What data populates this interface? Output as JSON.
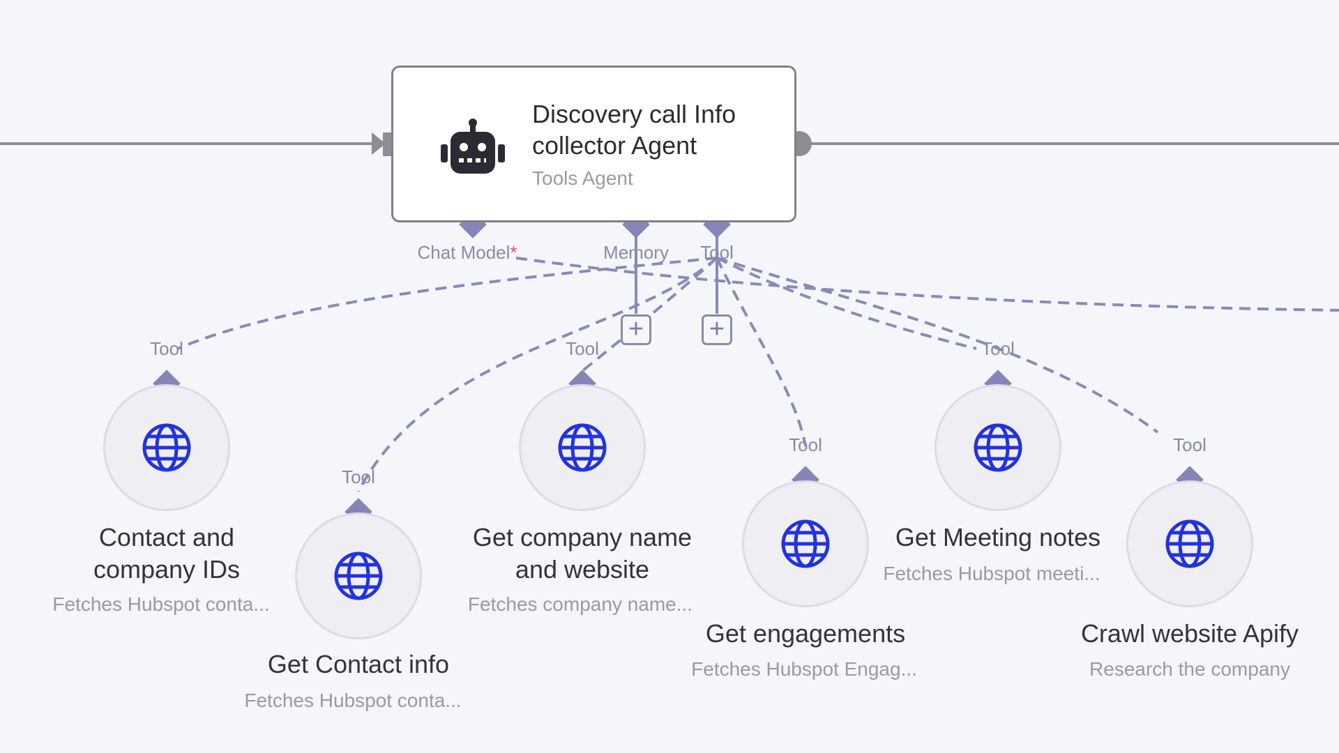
{
  "agent": {
    "title": "Discovery call Info collector Agent",
    "subtitle": "Tools Agent",
    "icon": "robot-icon",
    "ports": {
      "chat_model": "Chat Model",
      "required_mark": "*",
      "memory": "Memory",
      "tool": "Tool"
    }
  },
  "tool_port_label": "Tool",
  "add_button": "+",
  "tools": [
    {
      "title_lines": [
        "Contact and",
        "company IDs"
      ],
      "description": "Fetches Hubspot conta...",
      "icon": "globe-icon"
    },
    {
      "title_lines": [
        "Get Contact info"
      ],
      "description": "Fetches Hubspot conta...",
      "icon": "globe-icon"
    },
    {
      "title_lines": [
        "Get company name",
        "and website"
      ],
      "description": "Fetches company name...",
      "icon": "globe-icon"
    },
    {
      "title_lines": [
        "Get engagements"
      ],
      "description": "Fetches Hubspot Engag...",
      "icon": "globe-icon"
    },
    {
      "title_lines": [
        "Get Meeting notes"
      ],
      "description": "Fetches Hubspot meeti...",
      "icon": "globe-icon"
    },
    {
      "title_lines": [
        "Crawl website Apify"
      ],
      "description": "Research the company",
      "icon": "globe-icon"
    }
  ],
  "colors": {
    "background": "#f4f6f9",
    "connector": "#8a8ab8",
    "port": "#8585b8",
    "globe": "#2233dd"
  }
}
